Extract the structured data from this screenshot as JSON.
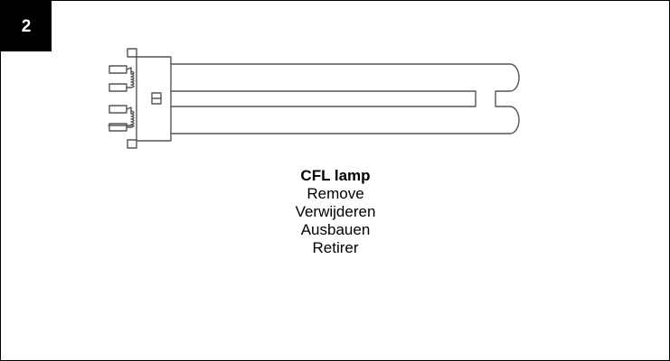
{
  "step": {
    "number": "2"
  },
  "caption": {
    "title": "CFL lamp",
    "lines": [
      "Remove",
      "Verwijderen",
      "Ausbauen",
      "Retirer"
    ]
  },
  "figure": {
    "icon": "cfl-lamp-illustration",
    "stroke_color": "#555555"
  }
}
